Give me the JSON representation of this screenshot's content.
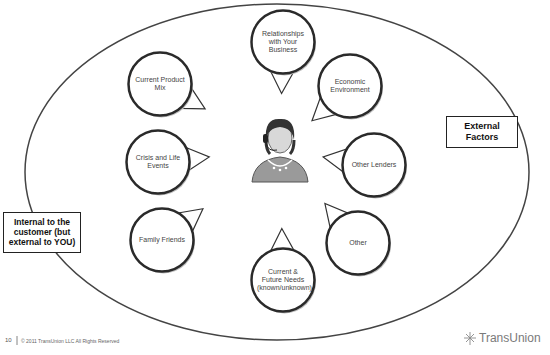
{
  "diagram": {
    "nodes": [
      {
        "text": [
          "Relationships with Your Business"
        ]
      },
      {
        "text": [
          "Current Product Mix"
        ]
      },
      {
        "text": [
          "Economic Environment"
        ]
      },
      {
        "text": [
          "External Factors"
        ]
      },
      {
        "text": [
          "Crisis and Life Events"
        ]
      },
      {
        "text": [
          "Other Lenders"
        ]
      },
      {
        "text": [
          "Internal to the customer (but external to YOU)"
        ]
      },
      {
        "text": [
          "Family Friends"
        ]
      },
      {
        "text": [
          "Other"
        ]
      },
      {
        "text": [
          "Current & Future Needs (known/unknown)"
        ]
      }
    ],
    "labels": [
      "10",
      "© 2011 TransUnion LLC All Rights Reserved",
      "TransUnion"
    ]
  }
}
